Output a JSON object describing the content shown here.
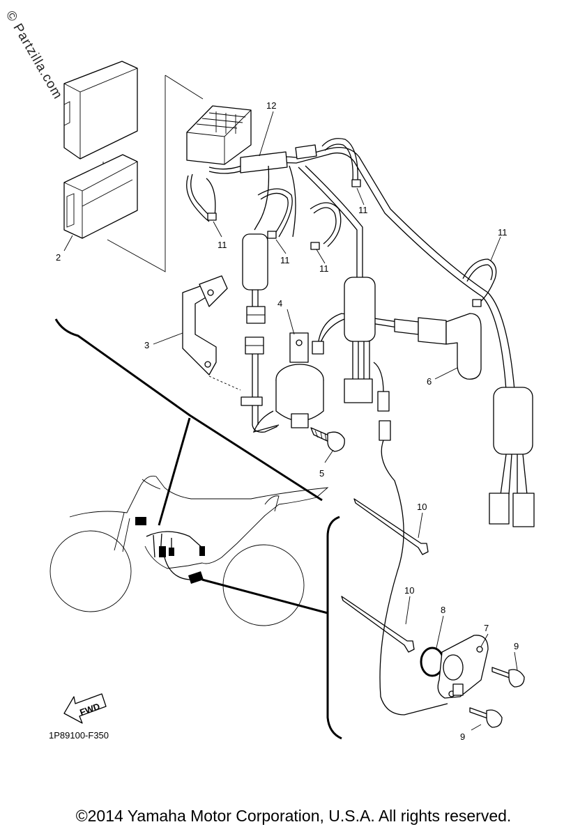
{
  "watermark": "© Partzilla.com",
  "diagram_code": "1P89100-F350",
  "fwd_label": "FWD",
  "copyright": "©2014 Yamaha Motor Corporation, U.S.A. All rights reserved.",
  "callouts": {
    "c2": "2",
    "c3": "3",
    "c4": "4",
    "c5": "5",
    "c6": "6",
    "c7": "7",
    "c8": "8",
    "c9a": "9",
    "c9b": "9",
    "c10a": "10",
    "c10b": "10",
    "c11a": "11",
    "c11b": "11",
    "c11c": "11",
    "c11d": "11",
    "c11e": "11",
    "c12": "12"
  }
}
